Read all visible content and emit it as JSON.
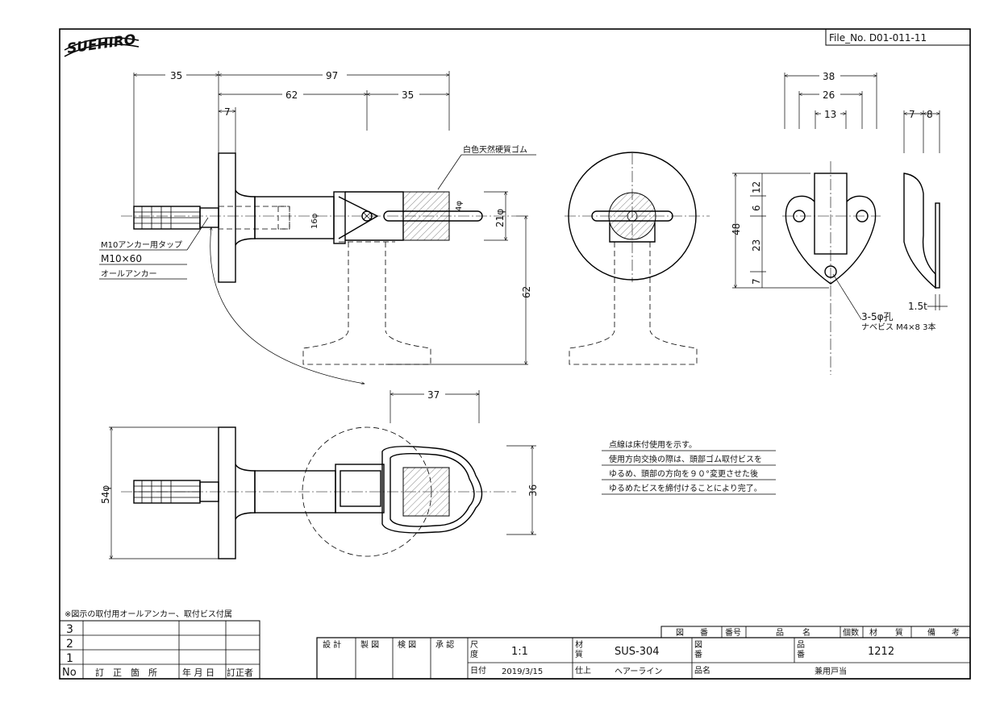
{
  "brand": {
    "logo_text": "SUEHIRO"
  },
  "file_no": "File_No.  D01-011-11",
  "dimensions": {
    "d35a": "35",
    "d97": "97",
    "d62": "62",
    "d35b": "35",
    "d7": "7",
    "d16": "16φ",
    "d4": "4φ",
    "d21": "21φ",
    "d62v": "62",
    "d38": "38",
    "d26": "26",
    "d13": "13",
    "d7b": "7",
    "d8": "8",
    "d48": "48",
    "d12": "12",
    "d6": "6",
    "d23": "23",
    "d7c": "7",
    "d15t": "1.5t",
    "d37": "37",
    "d54": "54φ",
    "d36": "36"
  },
  "callouts": {
    "rubber": "白色天然硬質ゴム",
    "tap": "M10アンカー用タップ",
    "m10": "M10×60",
    "anchor": "オールアンカー",
    "hole": "3-5φ孔",
    "screw": "ナベビス M4×8 3本"
  },
  "notes": [
    "点線は床付使用を示す。",
    "使用方向交換の際は、頭部ゴム取付ビスを",
    "ゆるめ、頭部の方向を９０°変更させた後",
    "ゆるめたビスを締付けることにより完了。"
  ],
  "footnote": "※図示の取付用オールアンカー、取付ビス付属",
  "revision_table": {
    "rows": [
      "3",
      "2",
      "1"
    ],
    "headers": {
      "no": "No",
      "place": "訂　正　箇　所",
      "date": "年 月 日",
      "person": "訂正者"
    }
  },
  "title_block": {
    "header": [
      "図",
      "番",
      "番号",
      "品",
      "名",
      "個数",
      "材",
      "質",
      "備",
      "考"
    ],
    "roles": [
      "設 計",
      "製 図",
      "検 図",
      "承 認"
    ],
    "scale_label_top": "尺",
    "scale_label_bot": "度",
    "scale": "1:1",
    "material_label_top": "材",
    "material_label_bot": "質",
    "material": "SUS-304",
    "drawing_label_top": "図",
    "drawing_label_bot": "番",
    "item_label_top": "品",
    "item_label_bot": "番",
    "item_no": "1212",
    "date_label": "日付",
    "date": "2019/3/15",
    "finish_label": "仕上",
    "finish": "ヘアーライン",
    "name_label": "品名",
    "name": "兼用戸当"
  }
}
